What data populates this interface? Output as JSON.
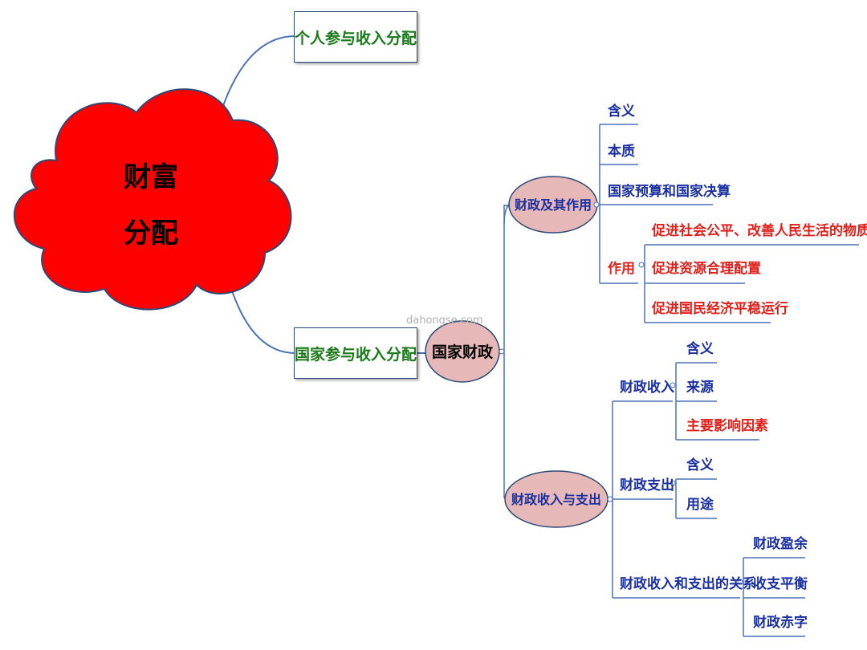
{
  "colors": {
    "cloud": "#ff0000",
    "green": "#1b7a1b",
    "blue": "#1a2fa0",
    "red": "#e0201a",
    "ellipse_fill": "#e6b8b8",
    "line": "#4a72b5"
  },
  "root": {
    "line1": "财富",
    "line2": "分配"
  },
  "branch_personal": "个人参与收入分配",
  "branch_national": "国家参与收入分配",
  "watermark": "dahongse.com",
  "hub": "国家财政",
  "finance_role": {
    "label": "财政及其作用",
    "meaning": "含义",
    "essence": "本质",
    "budget": "国家预算和国家决算",
    "role": "作用",
    "role_items": [
      "促进社会公平、改善人民生活的物质保障",
      "促进资源合理配置",
      "促进国民经济平稳运行"
    ]
  },
  "income_spending": {
    "label": "财政收入与支出",
    "income": {
      "label": "财政收入",
      "items": [
        "含义",
        "来源",
        "主要影响因素"
      ]
    },
    "spending": {
      "label": "财政支出",
      "items": [
        "含义",
        "用途"
      ]
    },
    "relation": {
      "label": "财政收入和支出的关系",
      "items": [
        "财政盈余",
        "收支平衡",
        "财政赤字"
      ]
    }
  }
}
